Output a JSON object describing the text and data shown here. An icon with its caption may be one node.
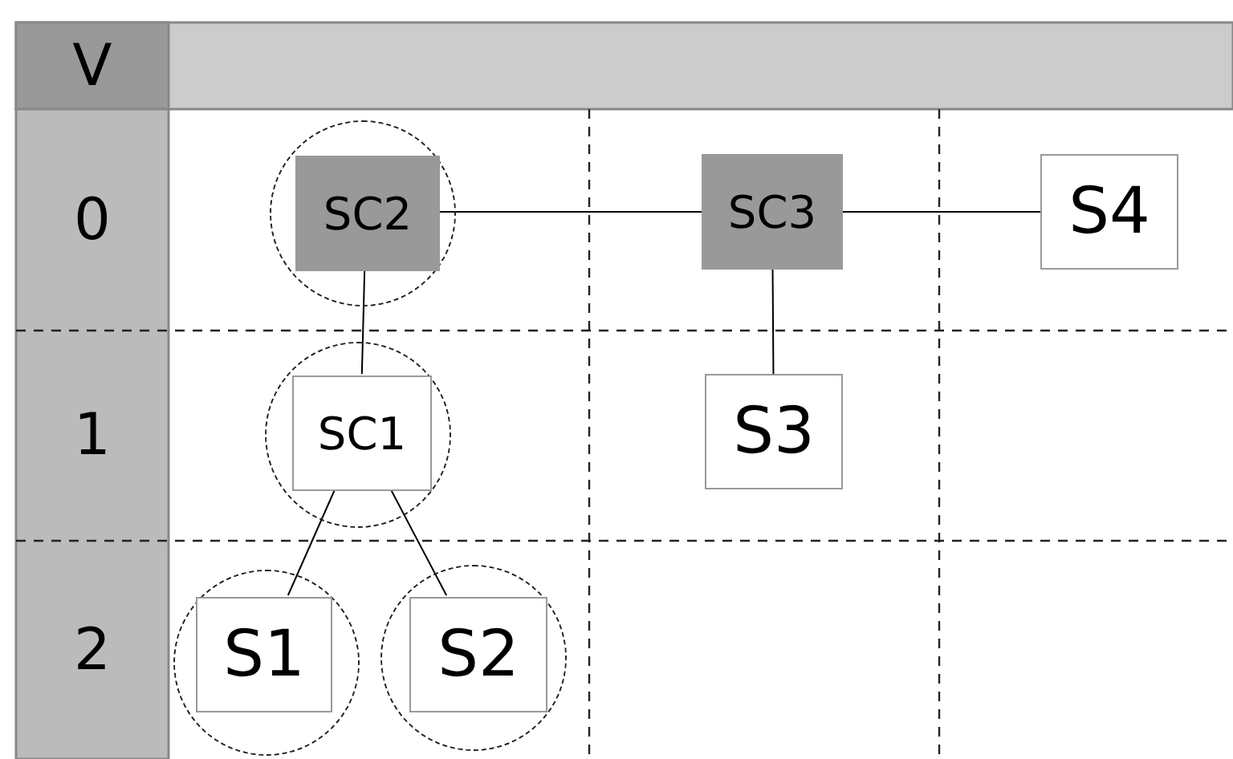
{
  "diagram": {
    "nodes": [
      {
        "text": [],
        "shape": "circle"
      },
      {
        "text": [
          "SC2"
        ],
        "in": 0
      },
      {
        "text": [
          "SC3"
        ]
      },
      {
        "text": [
          "S4"
        ]
      },
      {
        "text": [],
        "shape": "circle"
      },
      {
        "text": [
          "SC1"
        ],
        "in": 4
      },
      {
        "text": [
          "S3"
        ]
      },
      {
        "text": [],
        "shape": "circle"
      },
      {
        "text": [
          "S1"
        ],
        "in": 7
      },
      {
        "text": [],
        "shape": "circle"
      },
      {
        "text": [
          "S2"
        ],
        "in": 9
      }
    ],
    "edges": [
      {
        "from": 1,
        "to": 2,
        "arrow": "none"
      },
      {
        "from": 2,
        "to": 3,
        "arrow": "none"
      },
      {
        "from": 1,
        "to": 5,
        "arrow": "none"
      },
      {
        "from": 2,
        "to": 6,
        "arrow": "none"
      },
      {
        "from": 5,
        "to": 8,
        "arrow": "none"
      },
      {
        "from": 5,
        "to": 10,
        "arrow": "none"
      }
    ],
    "labels": [
      "V",
      "0",
      "1",
      "2"
    ]
  }
}
